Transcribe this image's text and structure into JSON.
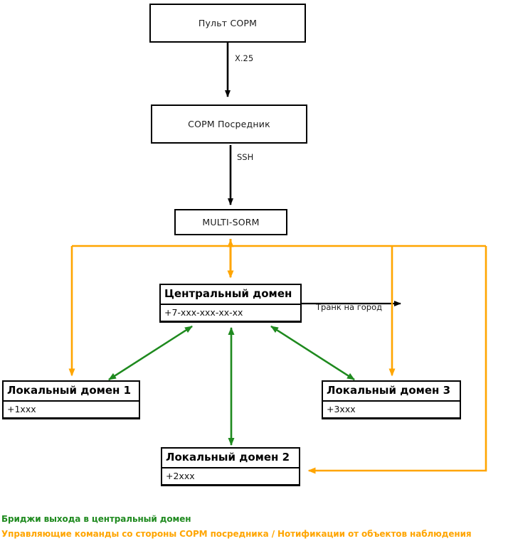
{
  "diagram": {
    "title": "SORM multi-domain topology",
    "colors": {
      "green": "#1f8a1f",
      "orange": "#FFA500",
      "black": "#000000",
      "background": "#FFFFFF"
    },
    "nodes": {
      "pult": {
        "label": "Пульт СОРМ"
      },
      "posrednik": {
        "label": "СОРМ Посредник"
      },
      "multisorm": {
        "label": "MULTI-SORM"
      },
      "central": {
        "title": "Центральный домен",
        "attr": "+7-ххх-ххх-хх-хх"
      },
      "local1": {
        "title": "Локальный домен 1",
        "attr": "+1xxx"
      },
      "local2": {
        "title": "Локальный домен 2",
        "attr": "+2xxx"
      },
      "local3": {
        "title": "Локальный домен 3",
        "attr": "+3xxx"
      }
    },
    "edge_labels": {
      "x25": "X.25",
      "ssh": "SSH",
      "trunk": "Транк на город"
    },
    "legend": [
      {
        "text": "Бриджи выхода в центральный домен",
        "color": "#1f8a1f"
      },
      {
        "text": "Управляющие команды со стороны СОРМ посредника / Нотификации от объектов наблюдения",
        "color": "#FFA500"
      }
    ]
  }
}
